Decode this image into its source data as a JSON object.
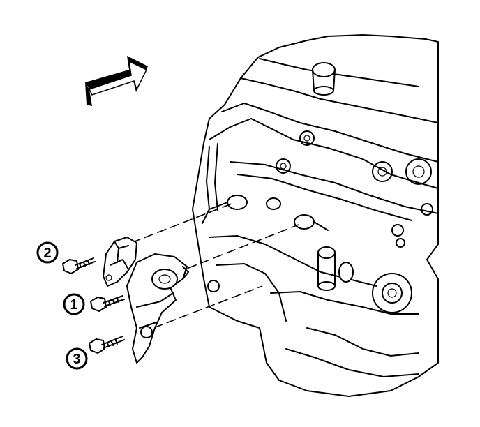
{
  "callouts": [
    {
      "number": "1",
      "part": "bolt"
    },
    {
      "number": "2",
      "part": "bolt"
    },
    {
      "number": "3",
      "part": "bolt"
    }
  ],
  "icons": [
    "direction-arrow-icon"
  ],
  "colors": {
    "ink": "#000000",
    "paper": "#ffffff"
  }
}
